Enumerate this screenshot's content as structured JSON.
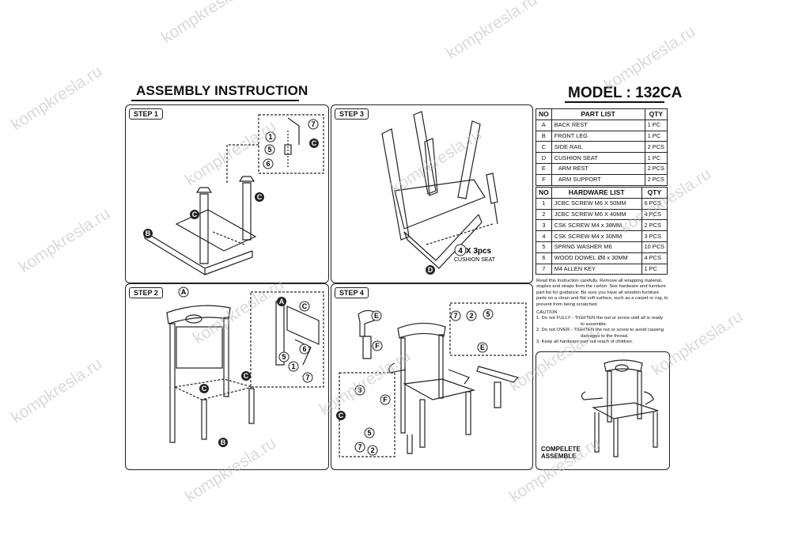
{
  "header": {
    "title": "ASSEMBLY INSTRUCTION",
    "model": "MODEL : 132CA"
  },
  "steps": [
    {
      "label": "STEP 1"
    },
    {
      "label": "STEP 2"
    },
    {
      "label": "STEP 3"
    },
    {
      "label": "STEP 4"
    }
  ],
  "part_list": {
    "headers": [
      "NO",
      "PART LIST",
      "QTY"
    ],
    "rows": [
      {
        "no": "A",
        "name": "BACK REST",
        "qty": "1 PC"
      },
      {
        "no": "B",
        "name": "FRONT LEG",
        "qty": "1 PC"
      },
      {
        "no": "C",
        "name": "SIDE RAIL",
        "qty": "2 PCS"
      },
      {
        "no": "D",
        "name": "CUSHION SEAT",
        "qty": "1 PC"
      },
      {
        "no": "E",
        "name": "ARM REST",
        "qty": "2 PCS"
      },
      {
        "no": "F",
        "name": "ARM SUPPORT",
        "qty": "2 PCS"
      }
    ]
  },
  "hardware_list": {
    "headers": [
      "NO",
      "HARDWARE LIST",
      "QTY"
    ],
    "rows": [
      {
        "no": "1",
        "name": "JCBC SCREW M6 X 50MM",
        "qty": "6 PCS"
      },
      {
        "no": "2",
        "name": "JCBC SCREW M6 X 40MM",
        "qty": "4 PCS"
      },
      {
        "no": "3",
        "name": "CSK SCREW M4 x 38MM",
        "qty": "2 PCS"
      },
      {
        "no": "4",
        "name": "CSK SCREW M4 x 30MM",
        "qty": "3 PCS"
      },
      {
        "no": "5",
        "name": "SPRNG WASHER M6",
        "qty": "10 PCS"
      },
      {
        "no": "6",
        "name": "WOOD DOWEL Ø8 x 30MM",
        "qty": "4 PCS"
      },
      {
        "no": "7",
        "name": "M4 ALLEN KEY",
        "qty": "1 PC"
      }
    ]
  },
  "notes": {
    "intro": "Read this Instruction carefully. Remove all wrapping material, staples and straps from the carton. See hardware and furniture part list for guidance. Be sure you have all wooden furniture parts on a clean and flat soft surface, such as a carpet or rug, to prevent from being scratched.",
    "caution_title": "CAUTION :",
    "c1a": "1. Do not FULLY - TIGHTEN the nut or screw until all is ready",
    "c1b": "to assemble.",
    "c2a": "2. Do not OVER -  TIGHTEN the nut or screw to avoid causing",
    "c2b": "damages to the thread.",
    "c3": "3. Keep all hardware part out reach of children."
  },
  "complete": {
    "line1": "COMPELETE",
    "line2": "ASSEMBLE"
  },
  "callouts": {
    "s3_qty": "X 3pcs",
    "s3_num": "4",
    "s3_caption": "CUSHION SEAT",
    "A": "A",
    "B": "B",
    "C": "C",
    "D": "D",
    "E": "E",
    "F": "F",
    "n1": "1",
    "n2": "2",
    "n3": "3",
    "n5": "5",
    "n6": "6",
    "n7": "7"
  },
  "watermark": "kompkresla.ru"
}
